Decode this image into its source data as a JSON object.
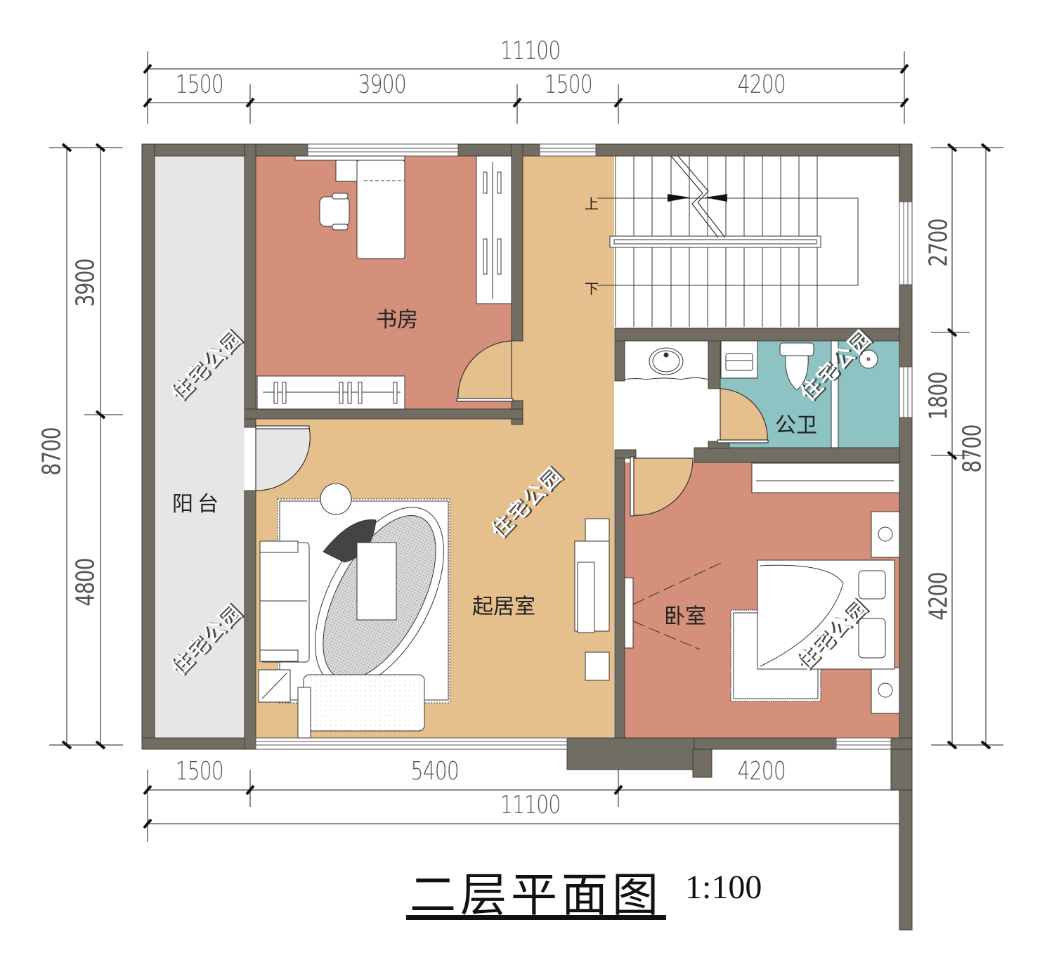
{
  "drawing": {
    "title": "二层平面图",
    "scale": "1:100",
    "watermark": "住宅公园"
  },
  "dimensions": {
    "top_total": "11100",
    "top_segments": [
      "1500",
      "3900",
      "1500",
      "4200"
    ],
    "bottom_segments": [
      "1500",
      "5400",
      "4200"
    ],
    "bottom_total": "11100",
    "left_total": "8700",
    "left_segments": [
      "3900",
      "4800"
    ],
    "right_segments": [
      "2700",
      "1800",
      "4200"
    ],
    "right_total": "8700"
  },
  "rooms": [
    {
      "id": "study",
      "label": "书房",
      "color": "#D4907A"
    },
    {
      "id": "balcony",
      "label": "阳台",
      "color": "#E6E6E6"
    },
    {
      "id": "living",
      "label": "起居室",
      "color": "#E6C08C"
    },
    {
      "id": "bathroom",
      "label": "公卫",
      "color": "#8EC3C4"
    },
    {
      "id": "bedroom",
      "label": "卧室",
      "color": "#D4907A"
    },
    {
      "id": "stair",
      "label": "",
      "color": "#FFFFFF"
    }
  ],
  "stair": {
    "up_label": "上",
    "down_label": "下"
  },
  "colors": {
    "wall": "#716D62",
    "dim_line": "#666666",
    "ink": "#222222"
  }
}
